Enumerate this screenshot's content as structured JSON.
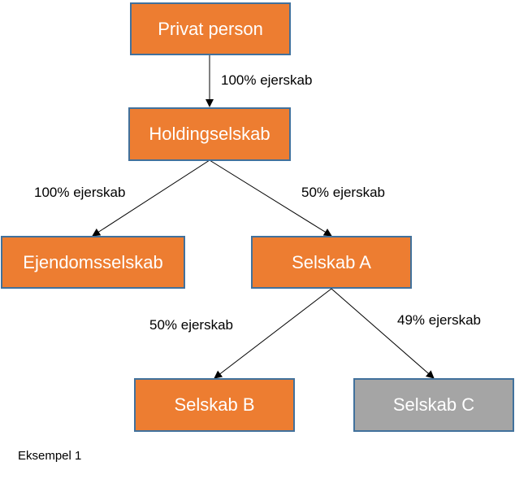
{
  "nodes": {
    "privat_person": "Privat person",
    "holdingselskab": "Holdingselskab",
    "ejendomsselskab": "Ejendomsselskab",
    "selskab_a": "Selskab A",
    "selskab_b": "Selskab B",
    "selskab_c": "Selskab C"
  },
  "edges": {
    "privat_to_holding": "100% ejerskab",
    "holding_to_ejendom": "100% ejerskab",
    "holding_to_a": "50% ejerskab",
    "a_to_b": "50% ejerskab",
    "a_to_c": "49% ejerskab"
  },
  "caption": "Eksempel 1",
  "colors": {
    "node_fill": "#ed7d31",
    "node_fill_inactive": "#a5a5a5",
    "node_border": "#41719c"
  }
}
